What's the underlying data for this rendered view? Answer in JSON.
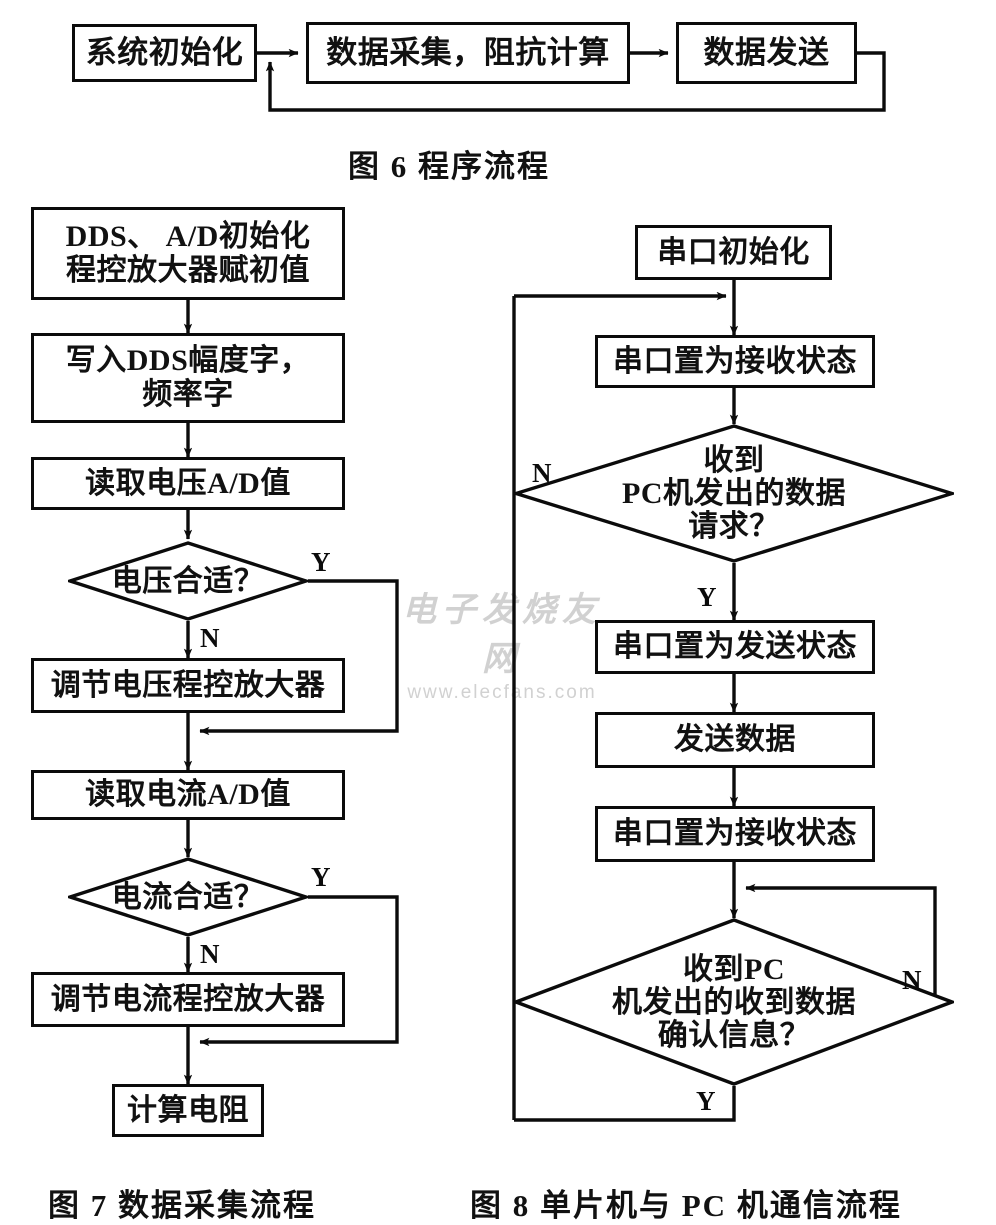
{
  "figure6": {
    "caption": "图 6    程序流程",
    "nodes": [
      {
        "id": "sys-init",
        "label": "系统初始化"
      },
      {
        "id": "acquire-compute",
        "label": "数据采集，阻抗计算"
      },
      {
        "id": "send-data",
        "label": "数据发送"
      }
    ]
  },
  "figure7": {
    "caption": "图 7    数据采集流程",
    "nodes": [
      {
        "id": "dds-ad-init",
        "label": "DDS、 A/D初始化\n程控放大器赋初值"
      },
      {
        "id": "write-dds-words",
        "label": "写入DDS幅度字，\n频率字"
      },
      {
        "id": "read-voltage-ad",
        "label": "读取电压A/D值"
      },
      {
        "id": "voltage-ok",
        "label": "电压合适？"
      },
      {
        "id": "adjust-voltage-amp",
        "label": "调节电压程控放大器"
      },
      {
        "id": "read-current-ad",
        "label": "读取电流A/D值"
      },
      {
        "id": "current-ok",
        "label": "电流合适？"
      },
      {
        "id": "adjust-current-amp",
        "label": "调节电流程控放大器"
      },
      {
        "id": "compute-resistance",
        "label": "计算电阻"
      }
    ],
    "branches": [
      {
        "id": "voltage-yes",
        "label": "Y"
      },
      {
        "id": "voltage-no",
        "label": "N"
      },
      {
        "id": "current-yes",
        "label": "Y"
      },
      {
        "id": "current-no",
        "label": "N"
      }
    ]
  },
  "figure8": {
    "caption": "图 8    单片机与 PC 机通信流程",
    "nodes": [
      {
        "id": "serial-init",
        "label": "串口初始化"
      },
      {
        "id": "serial-set-receive-1",
        "label": "串口置为接收状态"
      },
      {
        "id": "got-pc-request",
        "label": "收到\nPC机发出的数据\n请求？"
      },
      {
        "id": "serial-set-send",
        "label": "串口置为发送状态"
      },
      {
        "id": "send-data",
        "label": "发送数据"
      },
      {
        "id": "serial-set-receive-2",
        "label": "串口置为接收状态"
      },
      {
        "id": "got-pc-ack",
        "label": "收到PC\n机发出的收到数据\n确认信息？"
      }
    ],
    "branches": [
      {
        "id": "request-no",
        "label": "N"
      },
      {
        "id": "request-yes",
        "label": "Y"
      },
      {
        "id": "ack-no",
        "label": "N"
      },
      {
        "id": "ack-yes",
        "label": "Y"
      }
    ]
  },
  "watermark": {
    "main": "电子发烧友网",
    "sub": "www.elecfans.com"
  },
  "colors": {
    "ink": "#0b0b0b",
    "paper": "#ffffff",
    "watermark": "#c9c9c9"
  }
}
